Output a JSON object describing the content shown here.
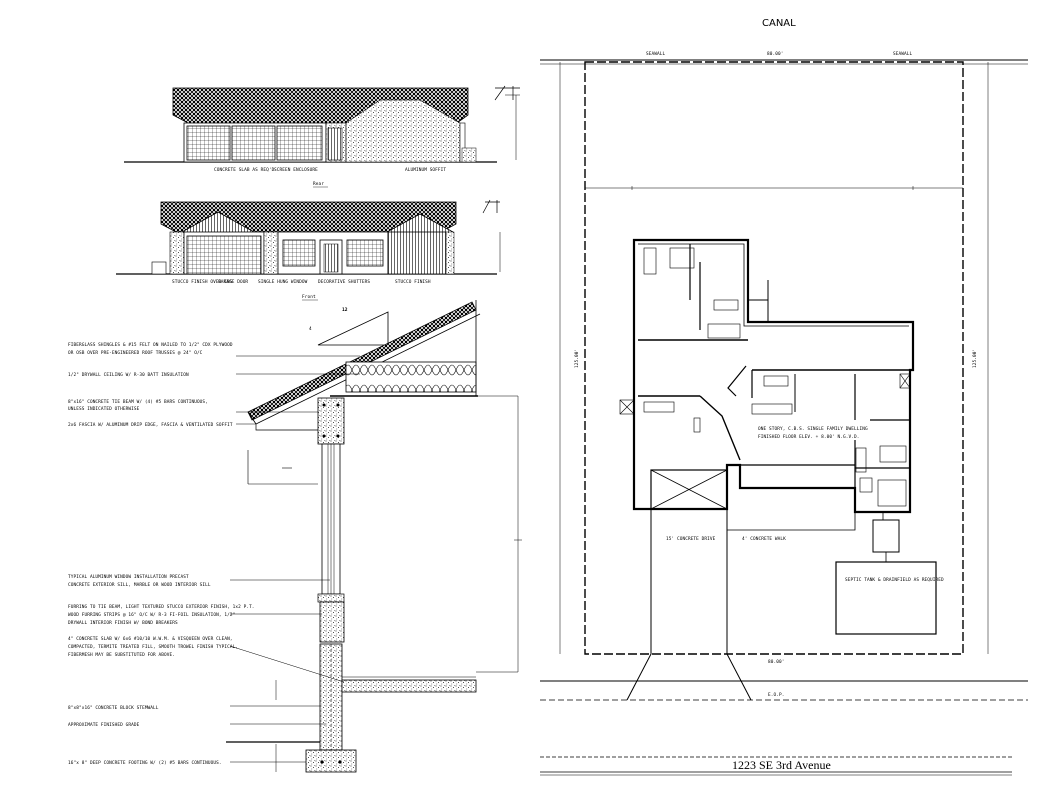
{
  "site_plan": {
    "canal_label": "CANAL",
    "top_dims": [
      "SEAWALL",
      "80.00'",
      "SEAWALL"
    ],
    "left_dim": "125.00'",
    "right_dim": "125.00'",
    "bottom_dim": "80.00'",
    "eop_label": "E.O.P.",
    "dwelling_note_1": "ONE STORY, C.B.S. SINGLE FAMILY DWELLING",
    "dwelling_note_2": "FINISHED FLOOR ELEV. + 8.00' N.G.V.D.",
    "drive_label": "15' CONCRETE DRIVE",
    "walk_label": "4' CONCRETE WALK",
    "septic_label": "SEPTIC TANK & DRAINFIELD AS REQUIRED",
    "address": "1223 SE 3rd Avenue"
  },
  "elevations": {
    "rear_title": "Rear",
    "front_title": "Front",
    "rear_notes": [
      "CONCRETE SLAB AS REQ'D",
      "SCREEN ENCLOSURE",
      "ALUMINUM SOFFIT"
    ],
    "front_notes": [
      "STUCCO FINISH OVER CBS",
      "GARAGE DOOR",
      "SINGLE HUNG WINDOW",
      "DECORATIVE SHUTTERS",
      "STUCCO FINISH"
    ]
  },
  "wall_section": {
    "pitch": "12",
    "notes": [
      "FIBERGLASS SHINGLES & #15 FELT ON NAILED TO 1/2\" CDX PLYWOOD",
      "OR OSB OVER PRE-ENGINEERED ROOF TRUSSES @ 24\" O/C",
      "1/2\" DRYWALL CEILING W/ R-30 BATT INSULATION",
      "8\"x16\" CONCRETE TIE BEAM W/ (4) #5 BARS CONTINUOUS,",
      "UNLESS INDICATED OTHERWISE",
      "2x6 FASCIA W/ ALUMINUM DRIP EDGE, FASCIA & VENTILATED SOFFIT",
      "TYPICAL ALUMINUM WINDOW INSTALLATION PRECAST",
      "CONCRETE EXTERIOR SILL, MARBLE OR WOOD INTERIOR SILL",
      "FURRING TO TIE BEAM, LIGHT TEXTURED STUCCO EXTERIOR FINISH, 1x2 P.T.",
      "WOOD FURRING STRIPS @ 16\" O/C W/ R-3 FI-FOIL INSULATION, 1/2\"",
      "DRYWALL INTERIOR FINISH W/ BOND BREAKERS",
      "4\" CONCRETE SLAB W/ 6x6 #10/10 W.W.M. & VISQUEEN OVER CLEAN,",
      "COMPACTED, TERMITE TREATED FILL, SMOOTH TROWEL FINISH TYPICAL,",
      "FIBERMESH MAY BE SUBSTITUTED FOR ABOVE.",
      "8\"x8\"x16\" CONCRETE BLOCK STEMWALL",
      "APPROXIMATE FINISHED GRADE",
      "16\"x 8\" DEEP CONCRETE FOOTING W/ (2) #5 BARS CONTINUOUS."
    ]
  }
}
